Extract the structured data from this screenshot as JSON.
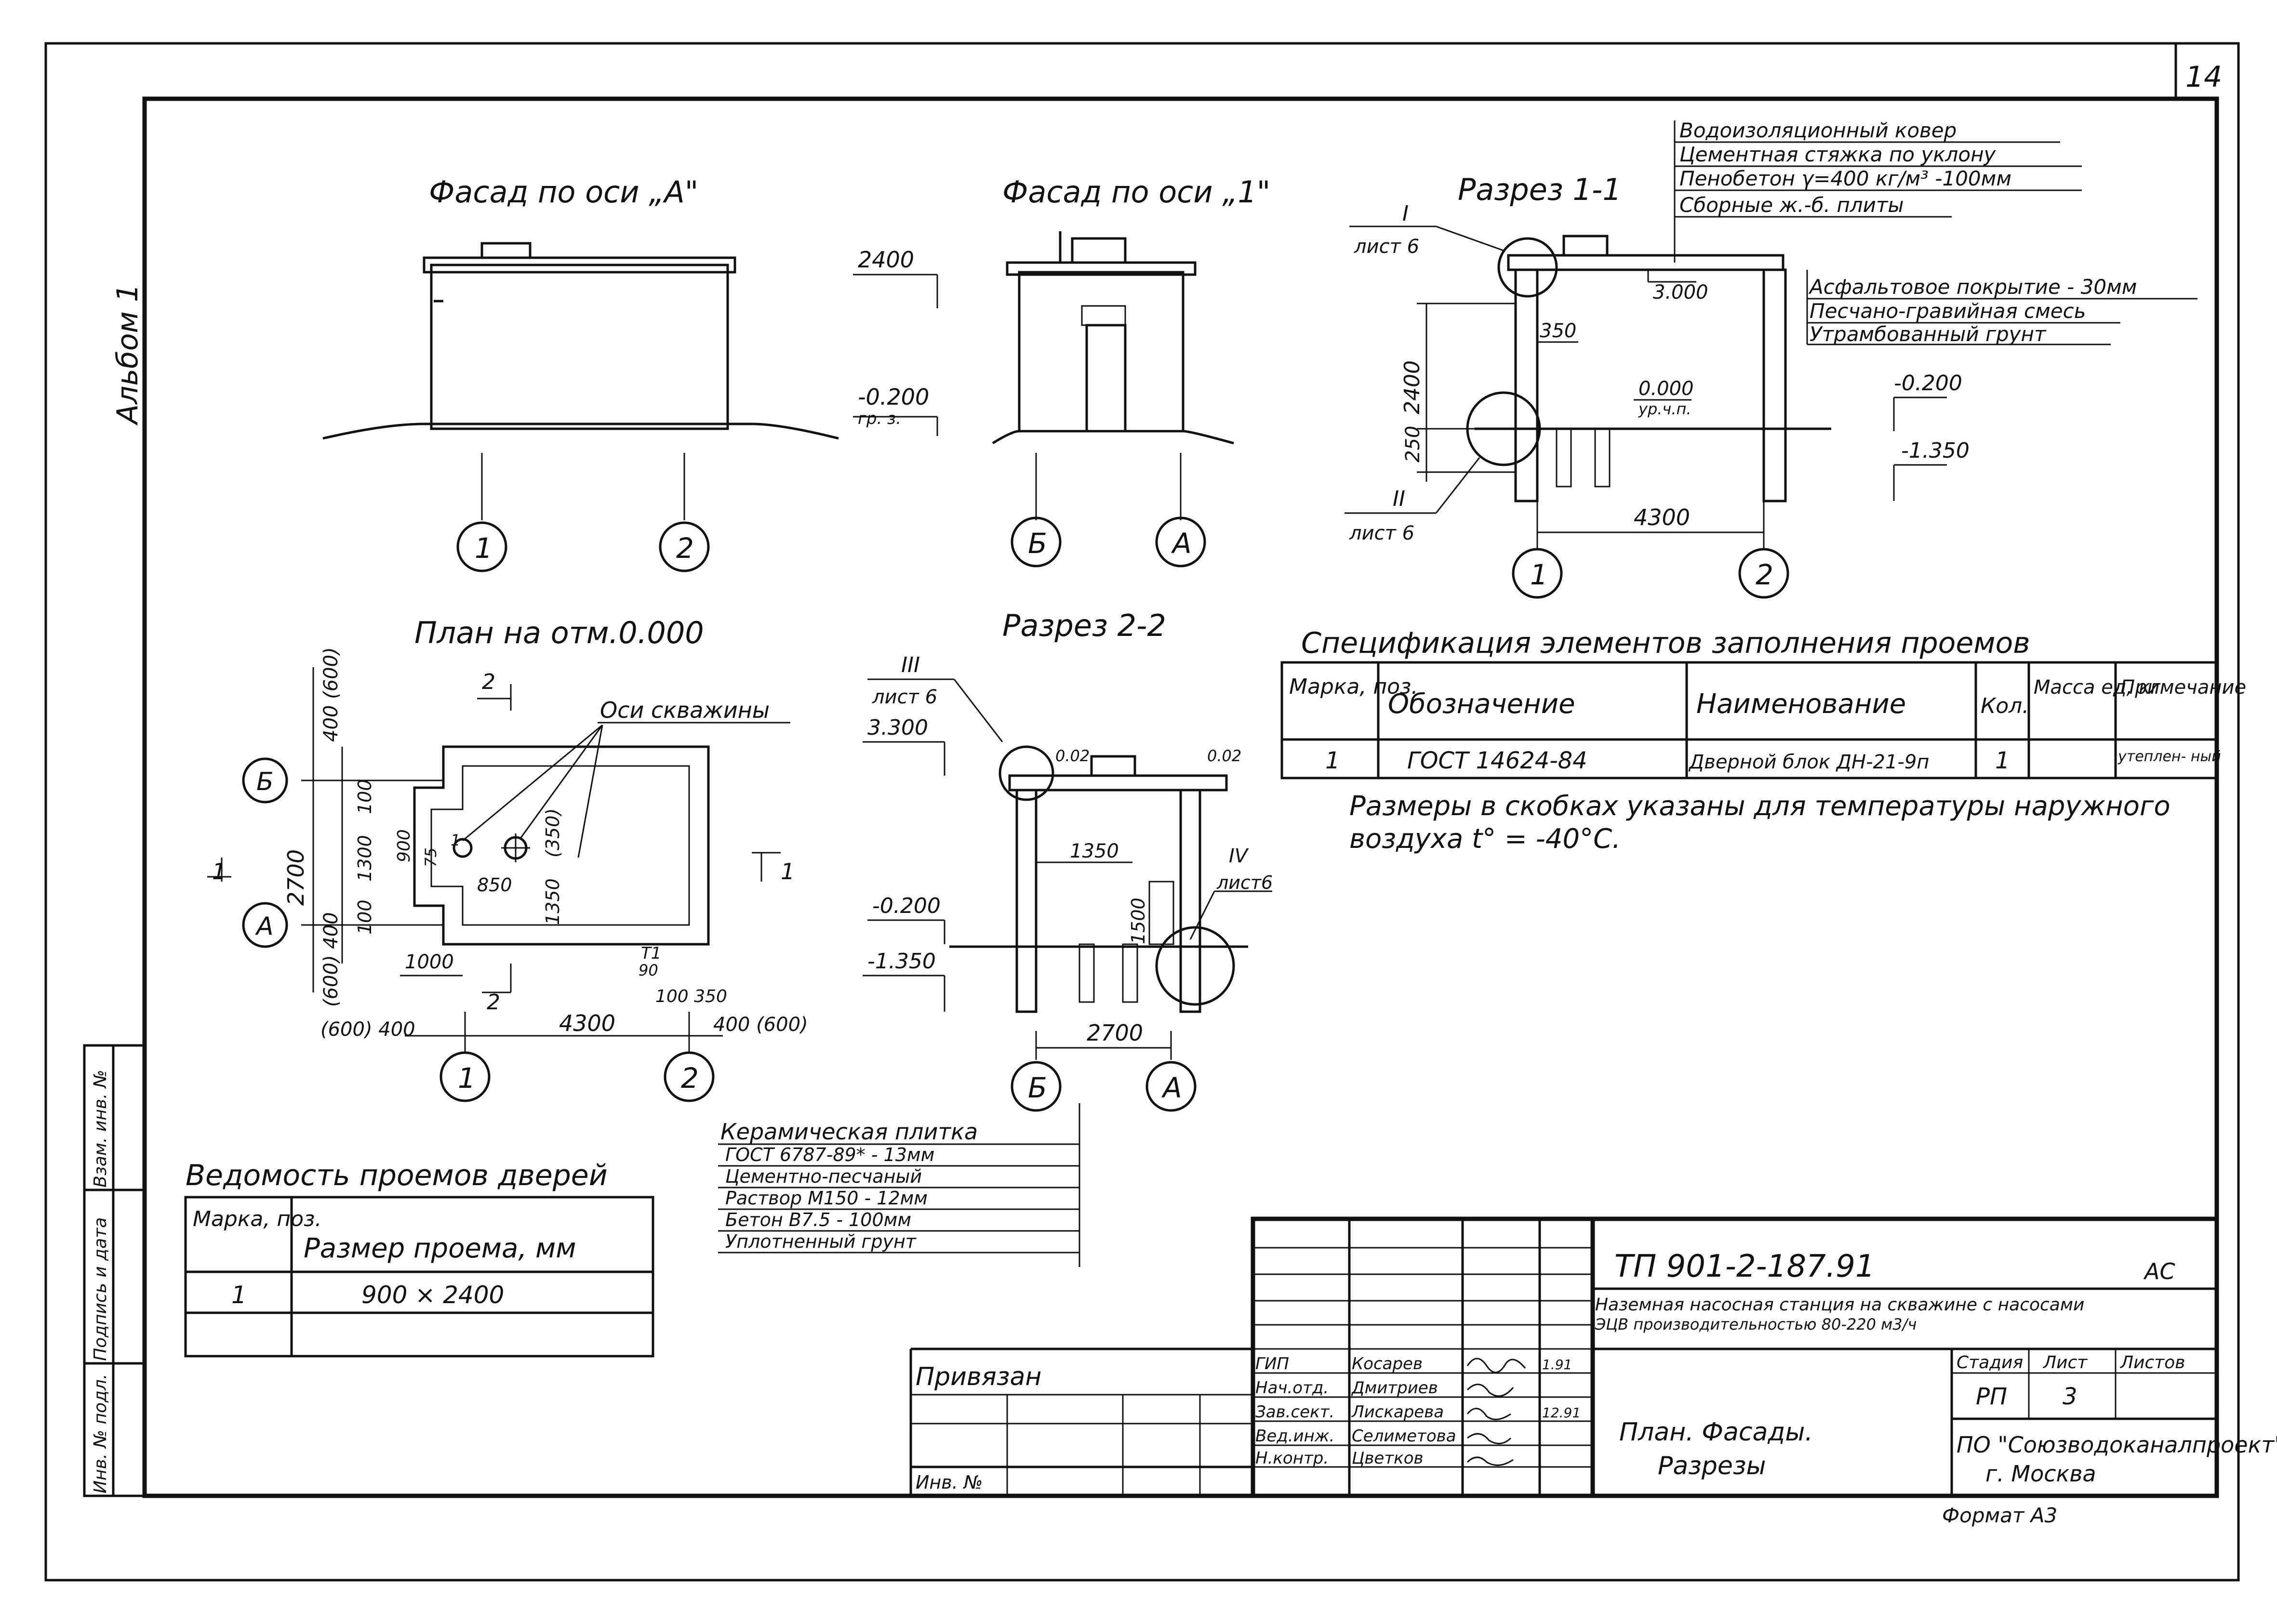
{
  "sheet_number": "14",
  "album": "Альбом 1",
  "titles": {
    "facade_a": "Фасад по оси „А\"",
    "facade_1": "Фасад по оси „1\"",
    "section_1_1": "Разрез 1-1",
    "plan": "План на отм.0.000",
    "section_2_2": "Разрез 2-2"
  },
  "roof_layers": [
    "Водоизоляционный ковер",
    "Цементная стяжка по уклону",
    "Пенобетон γ=400 кг/м³ -100мм",
    "Сборные ж.-б. плиты"
  ],
  "ground_layers": [
    "Асфальтовое покрытие - 30мм",
    "Песчано-гравийная смесь",
    "Утрамбованный грунт"
  ],
  "floor_layers": [
    "Керамическая плитка",
    "ГОСТ 6787-89* - 13мм",
    "Цементно-песчаный",
    "Раствор М150 - 12мм",
    "Бетон В7.5 - 100мм",
    "Уплотненный грунт"
  ],
  "facade1_dims": {
    "h": "2400",
    "lvl": "-0.200",
    "lvl_note": "гр. з."
  },
  "section1_dims": {
    "ref_top_mark": "I",
    "ref_top_sheet": "лист 6",
    "ref_bot_mark": "II",
    "ref_bot_sheet": "лист 6",
    "top": "3.000",
    "depth": "350",
    "h": "2400",
    "zero": "0.000",
    "zero_note": "ур.ч.п.",
    "found": "250",
    "lvl1": "-0.200",
    "lvl2": "-1.350",
    "span": "4300"
  },
  "plan_dims": {
    "cut2": "2",
    "cut1": "1",
    "well_axis": "Оси скважины",
    "w_total": "2700",
    "top_off": "400 (600)",
    "d100a": "100",
    "d1300": "1300",
    "d100b": "100",
    "d900": "900",
    "d1": "1",
    "d75": "75",
    "d350": "(350)",
    "d850": "850",
    "d1350": "1350",
    "bot_off": "(600) 400",
    "d1000": "1000",
    "dT1": "T1",
    "d90": "90",
    "d100_350": "100 350",
    "left_off": "(600) 400",
    "span": "4300",
    "right_off": "400 (600)"
  },
  "section2_dims": {
    "ref_top_mark": "III",
    "ref_top_sheet": "лист 6",
    "top": "3.300",
    "slope_l": "0.02",
    "slope_r": "0.02",
    "d1350": "1350",
    "d1500": "1500",
    "ref_side_mark": "IV",
    "ref_side_sheet": "лист6",
    "lvl1": "-0.200",
    "lvl2": "-1.350",
    "span": "2700"
  },
  "axes": {
    "facade_a": [
      "1",
      "2"
    ],
    "facade_1": [
      "Б",
      "А"
    ],
    "section1": [
      "1",
      "2"
    ],
    "plan_h": [
      "1",
      "2"
    ],
    "plan_v": [
      "Б",
      "А"
    ],
    "section2": [
      "Б",
      "А"
    ]
  },
  "spec": {
    "title": "Спецификация элементов заполнения проемов",
    "headers": [
      "Марка, поз.",
      "Обозначение",
      "Наименование",
      "Кол.",
      "Масса ед, кг",
      "Примечание"
    ],
    "rows": [
      [
        "1",
        "ГОСТ 14624-84",
        "Дверной блок ДН-21-9п",
        "1",
        "",
        "утеплен- ный"
      ]
    ]
  },
  "note": "Размеры в скобках указаны для температуры наружного воздуха t° = -40°С.",
  "openings": {
    "title": "Ведомость проемов дверей",
    "headers": [
      "Марка, поз.",
      "Размер проема, мм"
    ],
    "rows": [
      [
        "1",
        "900 × 2400"
      ],
      [
        "",
        ""
      ]
    ]
  },
  "side_stamp": [
    "Инв. № подл.",
    "Подпись и дата",
    "Взам. инв. №"
  ],
  "stamp": {
    "project": "ТП 901-2-187.91",
    "section": "АС",
    "desc_1": "Наземная насосная станция на скважине с насосами",
    "desc_2": "ЭЦВ производительностью 80-220 м3/ч",
    "privyazan": "Привязан",
    "inv": "Инв. №",
    "roles": [
      [
        "ГИП",
        "Косарев"
      ],
      [
        "Нач.отд.",
        "Дмитриев"
      ],
      [
        "Зав.сект.",
        "Лискарева"
      ],
      [
        "Вед.инж.",
        "Селиметова"
      ],
      [
        "Н.контр.",
        "Цветков"
      ]
    ],
    "dates": [
      "1.91",
      "",
      "12.91",
      "",
      ""
    ],
    "sheet_title_1": "План. Фасады.",
    "sheet_title_2": "Разрезы",
    "stage_h": "Стадия",
    "sheet_h": "Лист",
    "sheets_h": "Листов",
    "stage": "РП",
    "sheet": "3",
    "sheets": "",
    "org_1": "ПО \"Союзводоканалпроект\"",
    "org_2": "г. Москва",
    "format": "Формат А3"
  }
}
